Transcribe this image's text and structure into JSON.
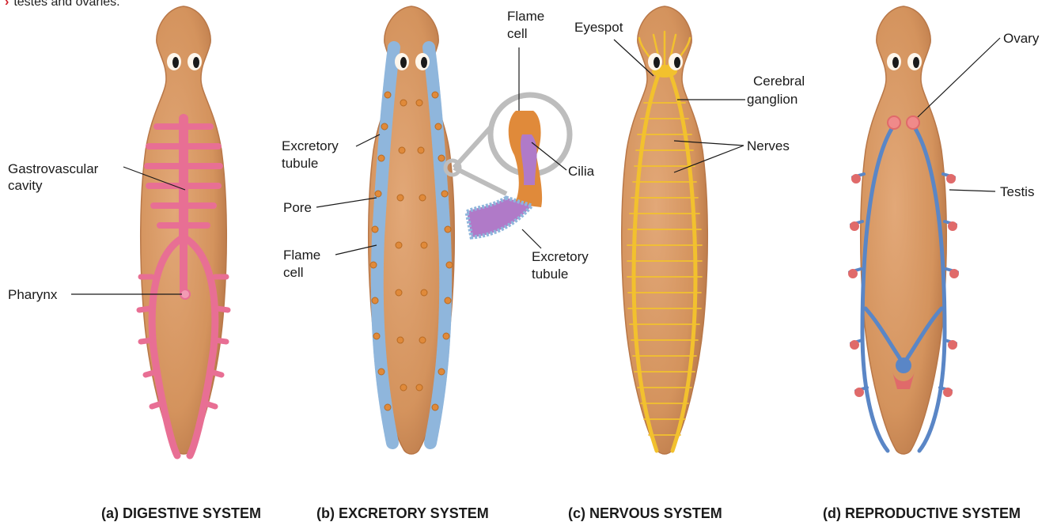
{
  "top_note": "testes and ovaries.",
  "panels": {
    "a": {
      "caption": "(a) DIGESTIVE SYSTEM",
      "labels": {
        "gastrovascular_l1": "Gastrovascular",
        "gastrovascular_l2": "cavity",
        "pharynx": "Pharynx"
      }
    },
    "b": {
      "caption": "(b) EXCRETORY SYSTEM",
      "labels": {
        "excretory_tubule_l1": "Excretory",
        "excretory_tubule_l2": "tubule",
        "pore": "Pore",
        "flame_cell_l1": "Flame",
        "flame_cell_l2": "cell",
        "inset_flame_l1": "Flame",
        "inset_flame_l2": "cell",
        "cilia": "Cilia",
        "inset_tubule_l1": "Excretory",
        "inset_tubule_l2": "tubule"
      }
    },
    "c": {
      "caption": "(c) NERVOUS SYSTEM",
      "labels": {
        "eyespot": "Eyespot",
        "cerebral_l1": "Cerebral",
        "cerebral_l2": "ganglion",
        "nerves": "Nerves"
      }
    },
    "d": {
      "caption": "(d) REPRODUCTIVE SYSTEM",
      "labels": {
        "ovary": "Ovary",
        "testis": "Testis"
      }
    }
  },
  "colors": {
    "body": "#d89a66",
    "body_edge": "#b87748",
    "gut": "#e86f94",
    "excretory": "#8fb6dc",
    "flame_cells": "#e08a3a",
    "nerves": "#f2c12e",
    "testes": "#e06a6a",
    "ducts": "#5a86c6",
    "accent_red": "#d0202a"
  }
}
